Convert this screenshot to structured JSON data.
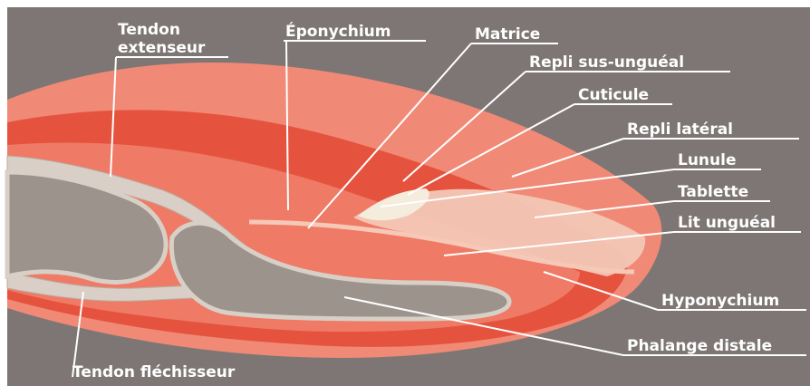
{
  "figure": {
    "labels": [
      {
        "id": "tendon-extenseur-1",
        "text": "Tendon"
      },
      {
        "id": "tendon-extenseur-2",
        "text": "extenseur"
      },
      {
        "id": "eponychium",
        "text": "Éponychium"
      },
      {
        "id": "matrice",
        "text": "Matrice"
      },
      {
        "id": "repli-sus-ungueal",
        "text": "Repli sus-unguéal"
      },
      {
        "id": "cuticule",
        "text": "Cuticule"
      },
      {
        "id": "repli-lateral",
        "text": "Repli latéral"
      },
      {
        "id": "lunule",
        "text": "Lunule"
      },
      {
        "id": "tablette",
        "text": "Tablette"
      },
      {
        "id": "lit-ungueal",
        "text": "Lit unguéal"
      },
      {
        "id": "hyponychium",
        "text": "Hyponychium"
      },
      {
        "id": "phalange-distale",
        "text": "Phalange distale"
      },
      {
        "id": "tendon-flechisseur",
        "text": "Tendon fléchisseur"
      }
    ]
  }
}
